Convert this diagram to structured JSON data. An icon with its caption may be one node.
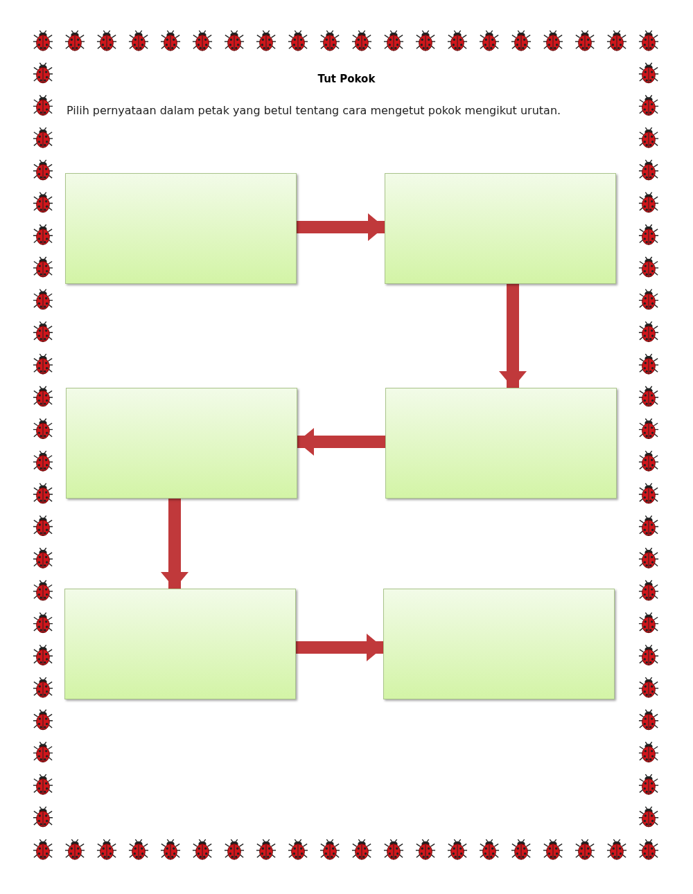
{
  "diagram": {
    "title": "Tut Pokok",
    "caption": "Pilih pernyataan dalam petak yang betul tentang cara mengetut pokok mengikut urutan.",
    "nodes": [
      {
        "text": [],
        "shape": "box"
      },
      {
        "text": [],
        "shape": "box"
      },
      {
        "text": [],
        "shape": "box"
      },
      {
        "text": [],
        "shape": "box"
      },
      {
        "text": [],
        "shape": "box"
      },
      {
        "text": [],
        "shape": "box"
      }
    ],
    "edges": [
      {
        "from": 0,
        "to": 1,
        "arrow": "to"
      },
      {
        "from": 1,
        "to": 3,
        "arrow": "to"
      },
      {
        "from": 3,
        "to": 2,
        "arrow": "to"
      },
      {
        "from": 2,
        "to": 4,
        "arrow": "to"
      },
      {
        "from": 4,
        "to": 5,
        "arrow": "to"
      }
    ]
  }
}
